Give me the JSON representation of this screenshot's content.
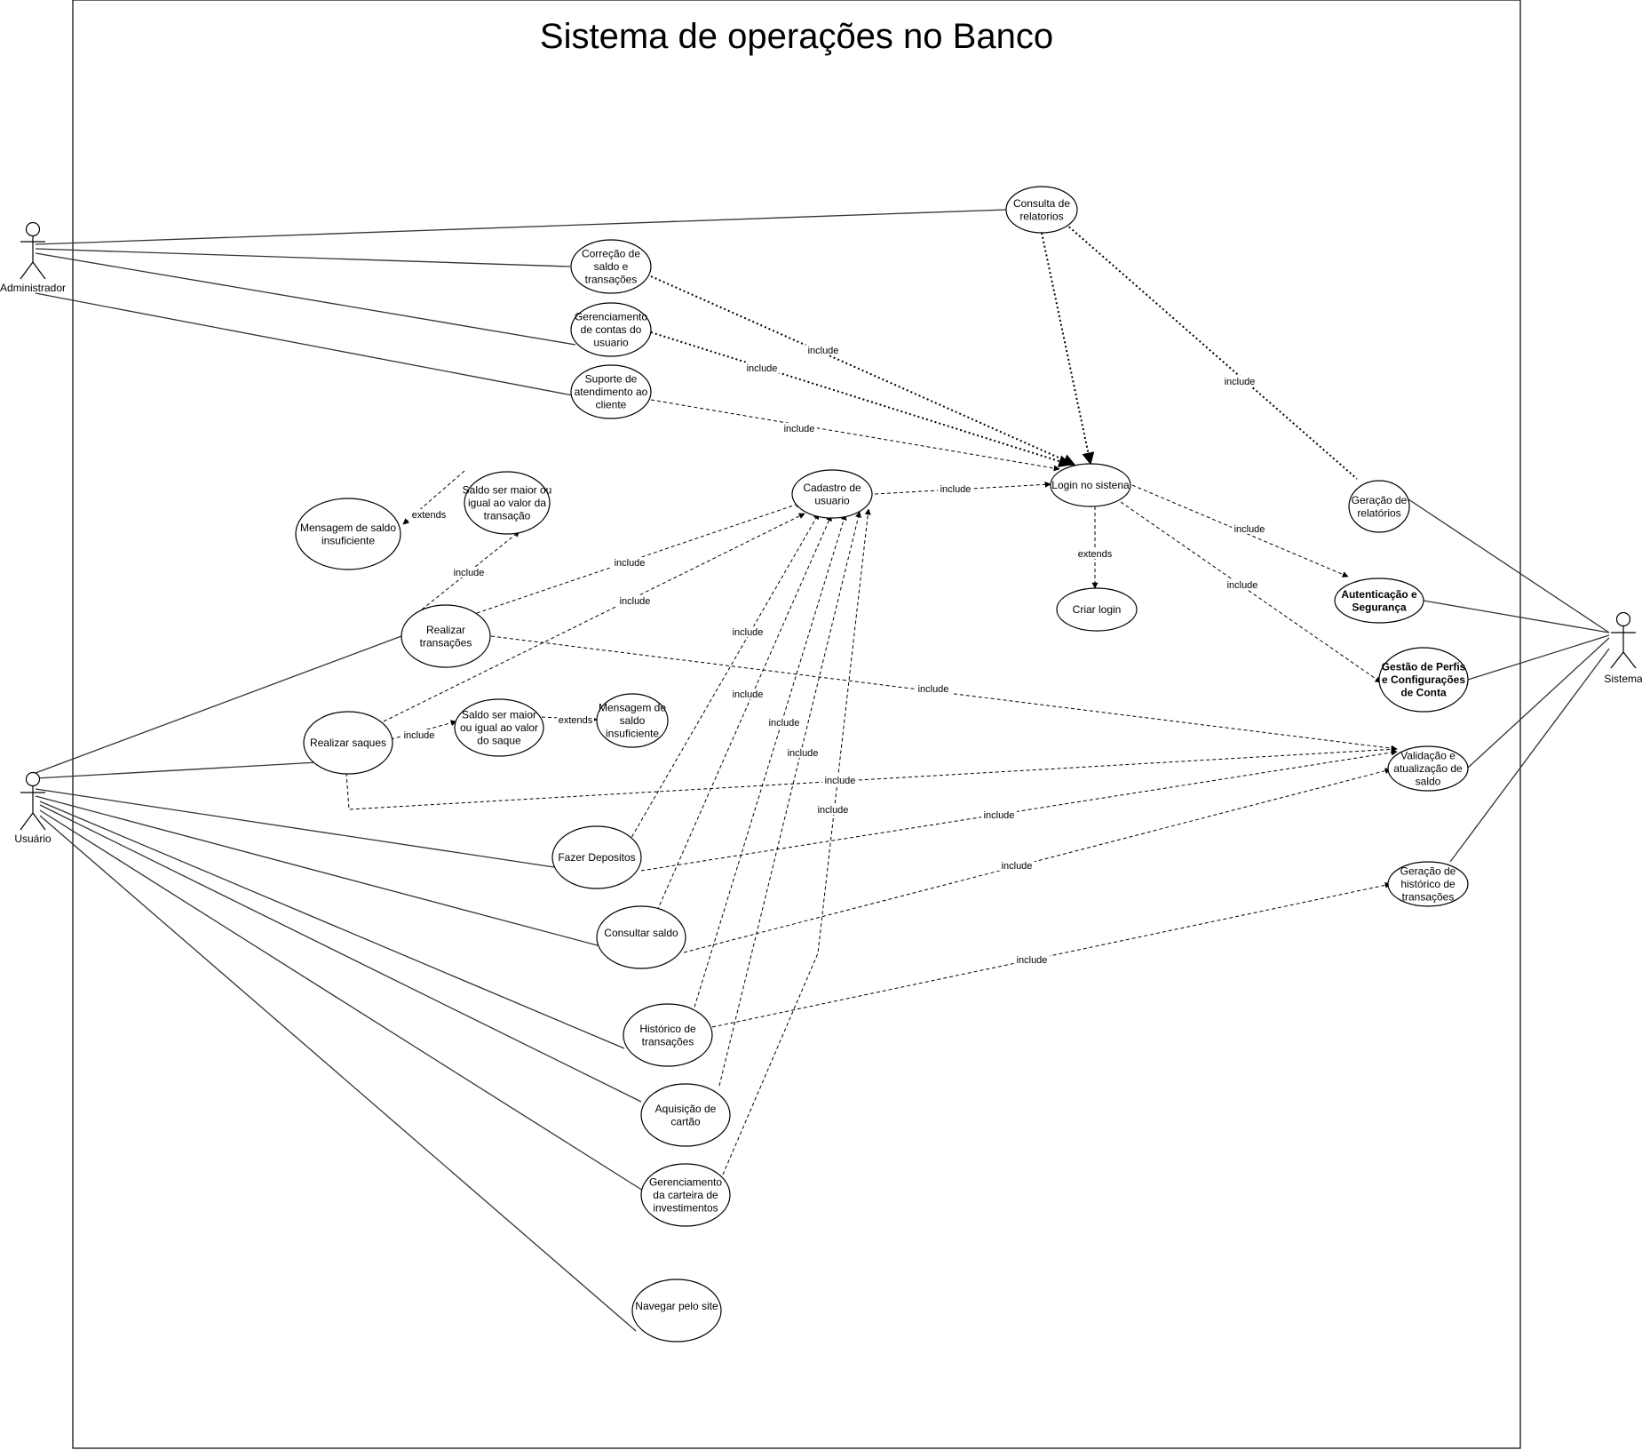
{
  "title": "Sistema de operações no Banco",
  "actors": {
    "admin": "Administrador",
    "user": "Usuário",
    "system": "Sistema"
  },
  "use_cases": {
    "consulta_relatorios": [
      "Consulta de",
      "relatorios"
    ],
    "correcao_saldo": [
      "Correção de",
      "saldo e",
      "transações"
    ],
    "gerenciamento_contas": [
      "Gerenciamento",
      "de contas do",
      "usuario"
    ],
    "suporte": [
      "Suporte de",
      "atendimento ao",
      "cliente"
    ],
    "login": [
      "Login no sistena"
    ],
    "criar_login": [
      "Criar login"
    ],
    "cadastro": [
      "Cadastro de",
      "usuario"
    ],
    "saldo_maior_transacao": [
      "Saldo ser maior ou",
      "igual ao valor da",
      "transação"
    ],
    "msg_saldo_1": [
      "Mensagem de saldo",
      "insuficiente"
    ],
    "realizar_transacoes": [
      "Realizar",
      "transações"
    ],
    "realizar_saques": [
      "Realizar saques"
    ],
    "saldo_maior_saque": [
      "Saldo ser maior",
      "ou igual ao valor",
      "do saque"
    ],
    "msg_saldo_2": [
      "Mensagem de",
      "saldo",
      "insuficiente"
    ],
    "geracao_relatorios": [
      "Geração de",
      "relatórios"
    ],
    "autenticacao": [
      "Autenticação e",
      "Segurança"
    ],
    "gestao_perfis": [
      "Gestão de Perfis",
      "e Configurações",
      "de Conta"
    ],
    "validacao_saldo": [
      "Validação e",
      "atualização de",
      "saldo"
    ],
    "geracao_historico": [
      "Geração de",
      "histórico de",
      "transações"
    ],
    "fazer_depositos": [
      "Fazer Depositos"
    ],
    "consultar_saldo": [
      "Consultar saldo"
    ],
    "historico": [
      "Histórico de",
      "transações"
    ],
    "aquisicao_cartao": [
      "Aquisição de",
      "cartão"
    ],
    "carteira_investimentos": [
      "Gerenciamento",
      "da carteira de",
      "investimentos"
    ],
    "navegar": [
      "Navegar pelo site"
    ]
  },
  "relations": {
    "include": "include",
    "extends": "extends"
  }
}
